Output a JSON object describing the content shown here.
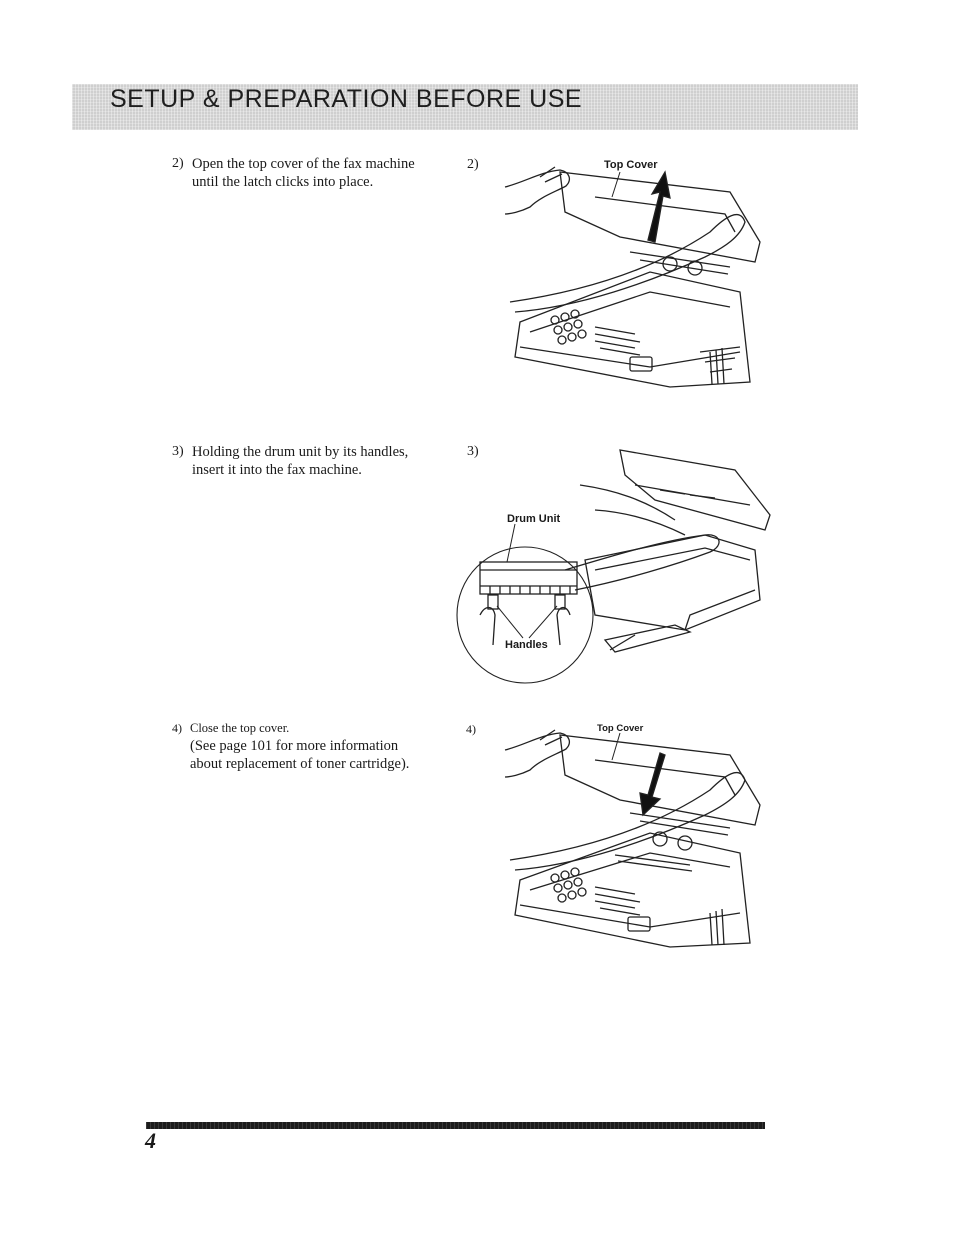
{
  "header": {
    "title": "SETUP & PREPARATION BEFORE USE"
  },
  "steps": [
    {
      "number": "2)",
      "lines": [
        "Open the top cover of the fax machine",
        "until the latch clicks into place."
      ],
      "figure": {
        "number": "2)",
        "labels": [
          "Top Cover"
        ]
      }
    },
    {
      "number": "3)",
      "lines": [
        "Holding the drum unit by its handles,",
        "insert it into the fax machine."
      ],
      "figure": {
        "number": "3)",
        "labels": [
          "Drum Unit",
          "Handles"
        ]
      }
    },
    {
      "number": "4)",
      "lines": [
        "Close the top cover.",
        "(See page 101 for more information",
        "about replacement of toner cartridge)."
      ],
      "figure": {
        "number": "4)",
        "labels": [
          "Top Cover"
        ]
      }
    }
  ],
  "footer": {
    "page_number": "4"
  }
}
